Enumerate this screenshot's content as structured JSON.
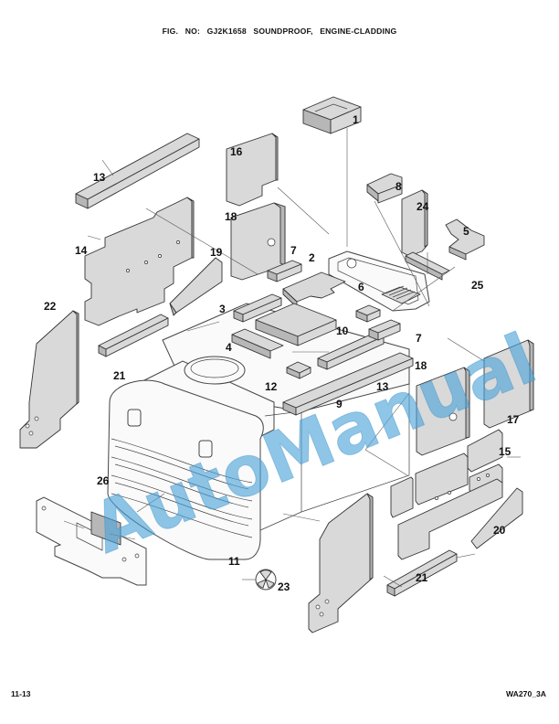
{
  "header": {
    "fig_label": "FIG. NO:",
    "fig_number": "GJ2K1658",
    "fig_title": "SOUNDPROOF, ENGINE-CLADDING"
  },
  "footer": {
    "page": "11-13",
    "code": "WA270_3A"
  },
  "watermark": "AutoManual",
  "callouts": {
    "n1": "1",
    "n2": "2",
    "n3": "3",
    "n4": "4",
    "n5": "5",
    "n6": "6",
    "n7a": "7",
    "n7b": "7",
    "n8": "8",
    "n9": "9",
    "n10": "10",
    "n11": "11",
    "n12": "12",
    "n13a": "13",
    "n13b": "13",
    "n14": "14",
    "n15": "15",
    "n16": "16",
    "n17": "17",
    "n18a": "18",
    "n18b": "18",
    "n19": "19",
    "n20": "20",
    "n21a": "21",
    "n21b": "21",
    "n22": "22",
    "n23": "23",
    "n24": "24",
    "n25": "25",
    "n26": "26"
  }
}
